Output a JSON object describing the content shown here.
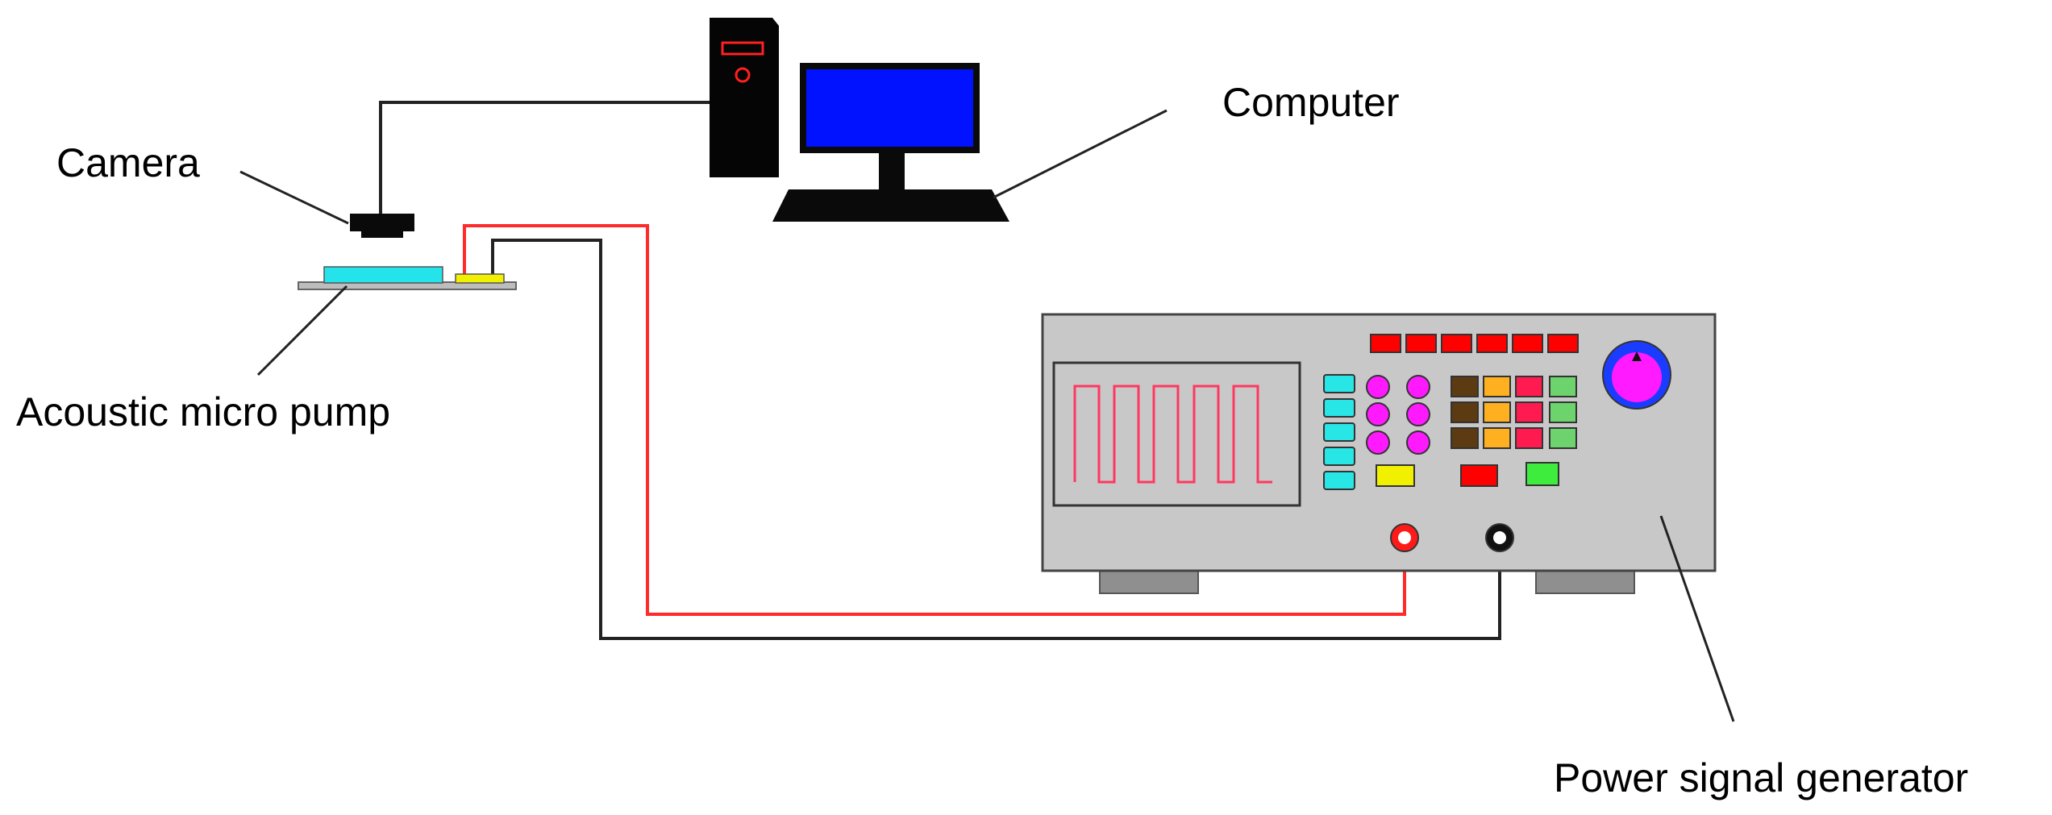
{
  "labels": {
    "camera": "Camera",
    "computer": "Computer",
    "pump": "Acoustic micro pump",
    "generator": "Power signal generator"
  },
  "colors": {
    "monitor_screen": "#0012ff",
    "pump_body": "#24e3eb",
    "pump_electrode": "#f0f000",
    "positive_wire": "#ff2a2a",
    "ground_wire": "#111111",
    "generator_body": "#c8c8c8",
    "waveform": "#ff3860",
    "function_keys": "#28e6e6",
    "numeric_keys": "#ff19ff",
    "top_keys": "#ff0000",
    "knob_ring": "#1a3cff",
    "knob_center": "#ff1aff"
  },
  "icons": {
    "computer_tower": "pc-tower-icon",
    "monitor": "monitor-icon",
    "camera": "camera-icon",
    "pump": "micro-pump-icon",
    "generator": "signal-generator-icon"
  }
}
